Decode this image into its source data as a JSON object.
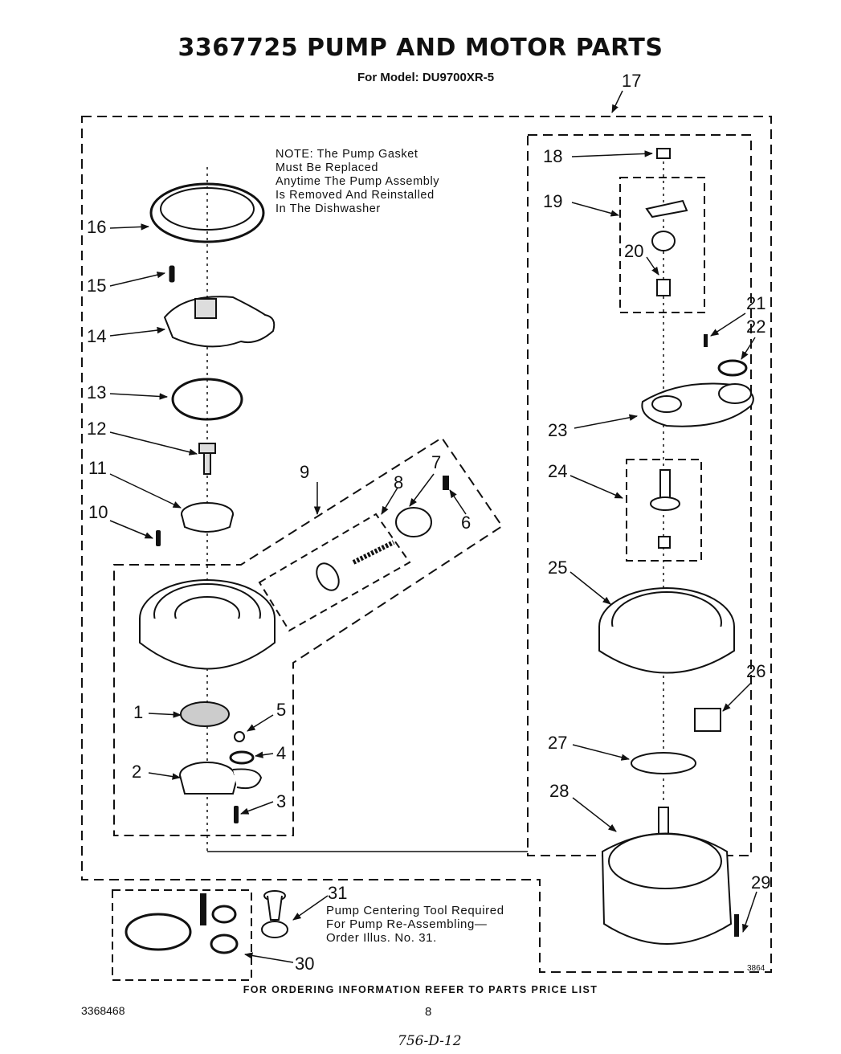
{
  "title": "3367725 PUMP AND MOTOR PARTS",
  "model": "For Model: DU9700XR-5",
  "note": "NOTE: The Pump Gasket\nMust Be Replaced\nAnytime The Pump Assembly\nIs Removed And Reinstalled\nIn The Dishwasher",
  "tool_note": "Pump Centering Tool Required\nFor Pump Re-Assembling—\nOrder Illus. No. 31.",
  "footer": "FOR ORDERING INFORMATION REFER TO PARTS PRICE LIST",
  "doc_code": "3368468",
  "page_number": "8",
  "art_code": "3864",
  "handwritten": "756-D-12",
  "callouts": {
    "c1": "1",
    "c2": "2",
    "c3": "3",
    "c4": "4",
    "c5": "5",
    "c6": "6",
    "c7": "7",
    "c8": "8",
    "c9": "9",
    "c10": "10",
    "c11": "11",
    "c12": "12",
    "c13": "13",
    "c14": "14",
    "c15": "15",
    "c16": "16",
    "c17": "17",
    "c18": "18",
    "c19": "19",
    "c20": "20",
    "c21": "21",
    "c22": "22",
    "c23": "23",
    "c24": "24",
    "c25": "25",
    "c26": "26",
    "c27": "27",
    "c28": "28",
    "c29": "29",
    "c30": "30",
    "c31": "31"
  }
}
